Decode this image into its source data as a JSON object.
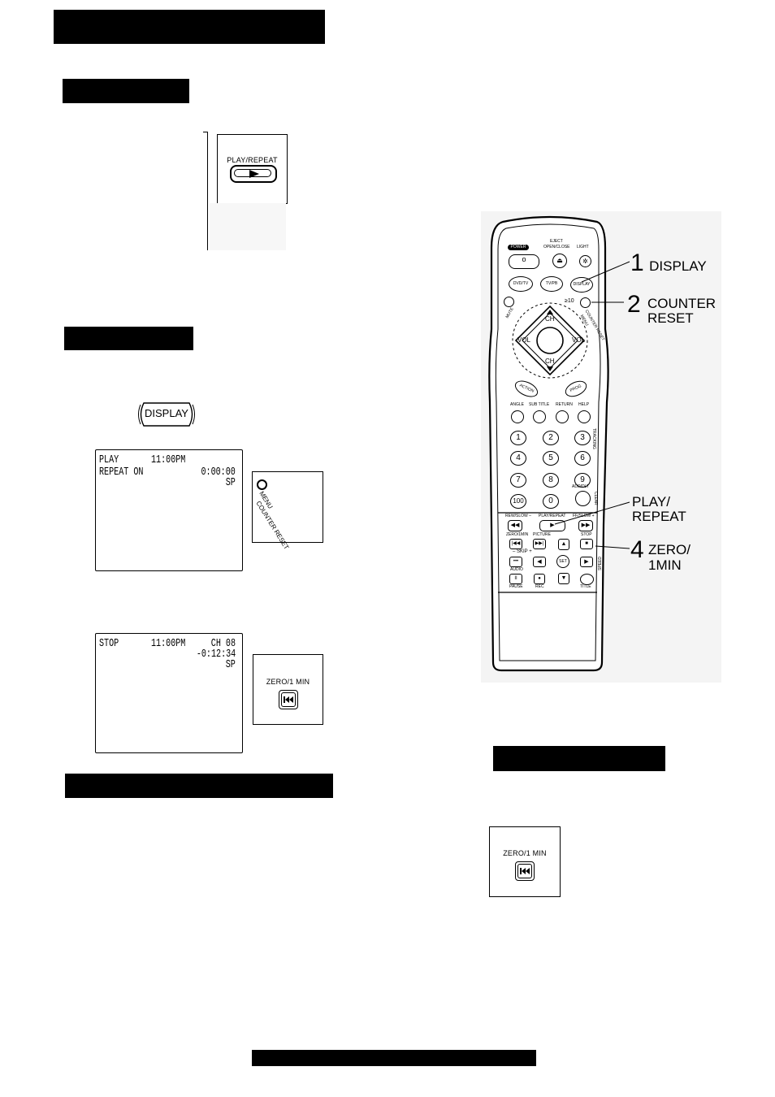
{
  "panels": {
    "play_repeat": {
      "label": "PLAY/REPEAT",
      "button_icon": "play-triangle-icon"
    },
    "display": {
      "button_label": "DISPLAY"
    },
    "counter_reset": {
      "label_line1": "COUNTER RESET",
      "label_line2": "MENU"
    },
    "zero_1min": {
      "label": "ZERO/1 MIN",
      "button_icon": "skip-back-icon"
    },
    "zero_1min_bottom": {
      "label": "ZERO/1 MIN",
      "button_icon": "skip-back-icon"
    }
  },
  "screen1": {
    "line1_left": "PLAY",
    "line1_mid": "11:00PM",
    "line2_left": "REPEAT ON",
    "line2_right": "0:00:00",
    "line3_right": "SP"
  },
  "screen2": {
    "line1_left": "STOP",
    "line1_mid": "11:00PM",
    "line1_right": "CH 08",
    "line2_right": "-0:12:34",
    "line3_right": "SP"
  },
  "remote": {
    "top": {
      "eject": "EJECT",
      "open_close": "OPEN/CLOSE",
      "light": "LIGHT",
      "power": "POWER"
    },
    "mid": {
      "dvd_tv": "DVD/TV",
      "tv_pb": "TV/PB",
      "display": "DISPLAY",
      "ge10": "≥10",
      "mute": "MUTE",
      "counter_reset": "COUNTER RESET",
      "menu": "MENU",
      "ch": "CH",
      "vol": "VOL",
      "action": "ACTION",
      "prog": "PROG"
    },
    "func_row": [
      "ANGLE",
      "SUB TITLE",
      "RETURN",
      "HELP"
    ],
    "digits": [
      "1",
      "2",
      "3",
      "4",
      "5",
      "6",
      "7",
      "8",
      "9",
      "100",
      "0"
    ],
    "side": {
      "tracking": "TRACKING",
      "clear": "CLEAR",
      "add_dlt": "ADD/DLT"
    },
    "transport": {
      "rew_slow": "REW/SLOW –",
      "play_repeat": "PLAY/REPEAT",
      "ff_slow": "FF/SLOW +",
      "zero_1min": "ZERO/1MIN",
      "picture": "PICTURE",
      "stop": "STOP",
      "skip": "– SKIP +",
      "set": "SET",
      "audio": "AUDIO",
      "pause": "PAUSE",
      "rec": "REC",
      "title": "TITLE",
      "speed": "SPEED"
    }
  },
  "callouts": [
    {
      "num": "1",
      "text": "DISPLAY"
    },
    {
      "num": "2",
      "text1": "COUNTER",
      "text2": "RESET"
    },
    {
      "num": "",
      "text1": "PLAY/",
      "text2": "REPEAT"
    },
    {
      "num": "4",
      "text1": "ZERO/",
      "text2": "1MIN"
    }
  ]
}
